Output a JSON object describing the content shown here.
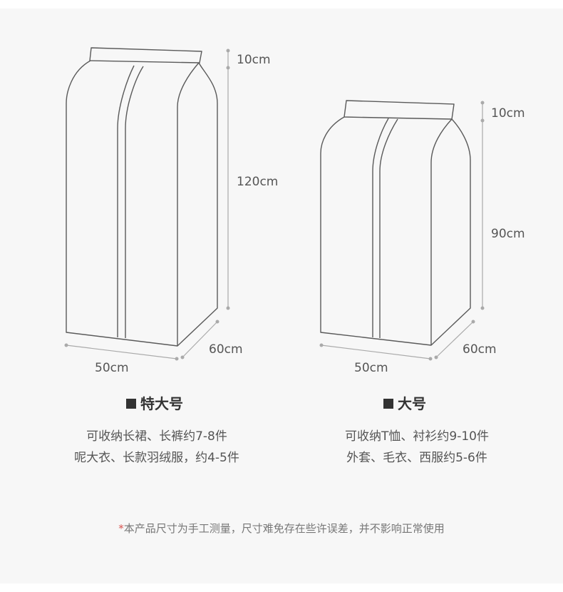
{
  "left_product": {
    "title": "特大号",
    "dim_top": "10cm",
    "dim_height": "120cm",
    "dim_depth": "60cm",
    "dim_width": "50cm",
    "line1": "可收纳长裙、长裤约7-8件",
    "line2": "呢大衣、长款羽绒服，约4-5件"
  },
  "right_product": {
    "title": "大号",
    "dim_top": "10cm",
    "dim_height": "90cm",
    "dim_depth": "60cm",
    "dim_width": "50cm",
    "line1": "可收纳T恤、衬衫约9-10件",
    "line2": "外套、毛衣、西服约5-6件"
  },
  "note": {
    "star": "*",
    "text": "本产品尺寸为手工测量，尺寸难免存在些许误差，并不影响正常使用"
  },
  "colors": {
    "background": "#f7f7f7",
    "outline": "#5a5a5a",
    "dimension_line": "#aaaaaa",
    "note_star": "#d9534f"
  }
}
